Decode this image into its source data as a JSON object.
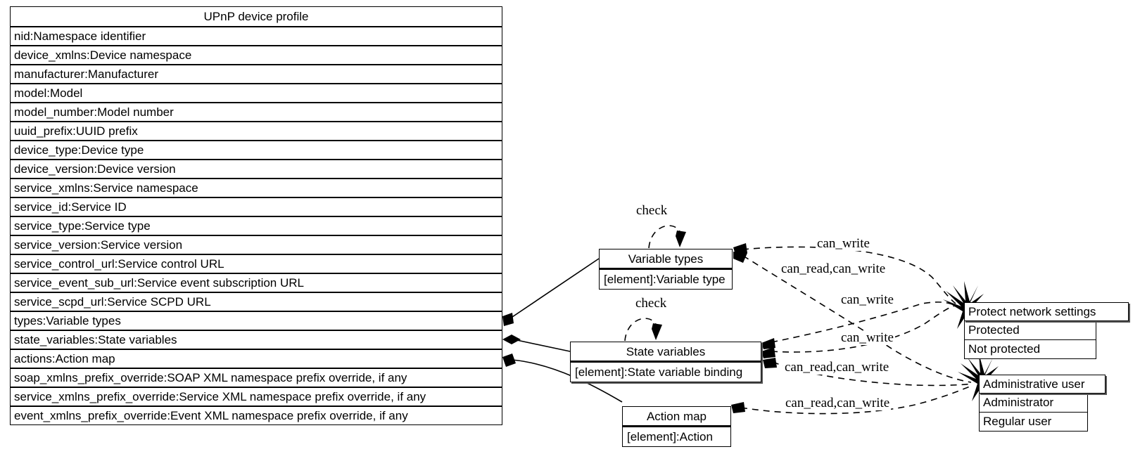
{
  "diagram": {
    "title": "UPnP device profile",
    "profile_table": {
      "header": "UPnP device profile",
      "rows": [
        "nid:Namespace identifier",
        "device_xmlns:Device namespace",
        "manufacturer:Manufacturer",
        "model:Model",
        "model_number:Model number",
        "uuid_prefix:UUID prefix",
        "device_type:Device type",
        "device_version:Device version",
        "service_xmlns:Service namespace",
        "service_id:Service ID",
        "service_type:Service type",
        "service_version:Service version",
        "service_control_url:Service control URL",
        "service_event_sub_url:Service event subscription URL",
        "service_scpd_url:Service SCPD URL",
        "types:Variable types",
        "state_variables:State variables",
        "actions:Action map",
        "soap_xmlns_prefix_override:SOAP XML namespace prefix override, if any",
        "service_xmlns_prefix_override:Service XML namespace prefix override, if any",
        "event_xmlns_prefix_override:Event XML namespace prefix override, if any"
      ]
    },
    "variable_types_box": {
      "header": "Variable types",
      "row": "[element]:Variable type"
    },
    "state_variables_box": {
      "header": "State variables",
      "row": "[element]:State variable binding"
    },
    "action_map_box": {
      "header": "Action map",
      "row": "[element]:Action"
    },
    "protect_network_settings_box": {
      "header": "Protect network settings",
      "rows": [
        "Protected",
        "Not protected"
      ]
    },
    "administrative_user_box": {
      "header": "Administrative user",
      "rows": [
        "Administrator",
        "Regular user"
      ]
    },
    "edge_labels": {
      "check_variable_types": "check",
      "check_state_variables": "check",
      "vt_protect_can_write": "can_write",
      "vt_admin_can_read_can_write": "can_read,can_write",
      "sv_protect_can_write": "can_write",
      "sv_protect_can_write_2": "can_write",
      "sv_admin_can_read_can_write": "can_read,can_write",
      "am_admin_can_read_can_write": "can_read,can_write"
    },
    "colors": {
      "line": "#000000",
      "fill": "#ffffff",
      "shadow": "#555555"
    }
  }
}
